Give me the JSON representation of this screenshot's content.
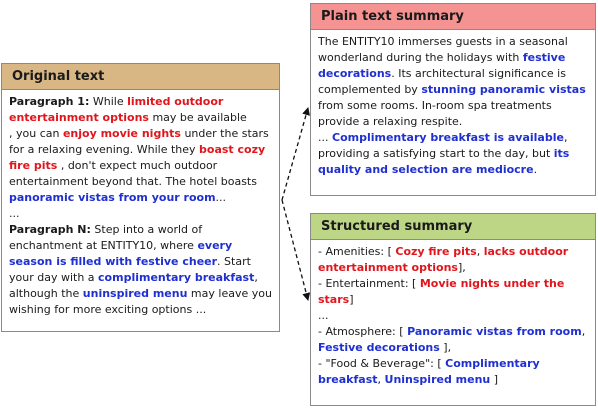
{
  "original": {
    "title": "Original text",
    "p1_label": "Paragraph 1:",
    "p1_lines": [
      [
        {
          "t": " While ",
          "c": ""
        },
        {
          "t": "limited outdoor",
          "c": "red"
        }
      ],
      [
        {
          "t": "entertainment options",
          "c": "red"
        },
        {
          "t": " may be available",
          "c": ""
        }
      ],
      [
        {
          "t": ", you can ",
          "c": ""
        },
        {
          "t": "enjoy movie nights",
          "c": "red"
        },
        {
          "t": " under the stars",
          "c": ""
        }
      ],
      [
        {
          "t": "for a relaxing evening. While they ",
          "c": ""
        },
        {
          "t": "boast cozy",
          "c": "red"
        }
      ],
      [
        {
          "t": "fire pits",
          "c": "red"
        },
        {
          "t": " , don't expect much outdoor",
          "c": ""
        }
      ],
      [
        {
          "t": "entertainment beyond that. The hotel boasts",
          "c": ""
        }
      ],
      [
        {
          "t": "panoramic vistas from your room",
          "c": "blue"
        },
        {
          "t": "...",
          "c": ""
        }
      ]
    ],
    "ellipsis": "...",
    "pn_label": "Paragraph N:",
    "pn_lines": [
      [
        {
          "t": " Step into a world of",
          "c": ""
        }
      ],
      [
        {
          "t": "enchantment at ENTITY10, where ",
          "c": ""
        },
        {
          "t": "every",
          "c": "blue"
        }
      ],
      [
        {
          "t": "season is filled with festive cheer",
          "c": "blue"
        },
        {
          "t": ". Start",
          "c": ""
        }
      ],
      [
        {
          "t": "your day with a ",
          "c": ""
        },
        {
          "t": "complimentary breakfast",
          "c": "blue"
        },
        {
          "t": ",",
          "c": ""
        }
      ],
      [
        {
          "t": "although the ",
          "c": ""
        },
        {
          "t": "uninspired menu",
          "c": "blue"
        },
        {
          "t": " may leave you",
          "c": ""
        }
      ],
      [
        {
          "t": "wishing for more exciting options ...",
          "c": ""
        }
      ]
    ]
  },
  "plain": {
    "title": "Plain text summary",
    "lines": [
      [
        {
          "t": "The ENTITY10 immerses guests in a seasonal",
          "c": ""
        }
      ],
      [
        {
          "t": "wonderland during the holidays with ",
          "c": ""
        },
        {
          "t": "festive",
          "c": "blue"
        }
      ],
      [
        {
          "t": "decorations",
          "c": "blue"
        },
        {
          "t": ". Its architectural significance is",
          "c": ""
        }
      ],
      [
        {
          "t": "complemented by ",
          "c": ""
        },
        {
          "t": "stunning panoramic vistas",
          "c": "blue"
        }
      ],
      [
        {
          "t": "from some rooms. In-room spa treatments",
          "c": ""
        }
      ],
      [
        {
          "t": "provide a relaxing respite.",
          "c": ""
        }
      ],
      [
        {
          "t": "... ",
          "c": ""
        },
        {
          "t": "Complimentary breakfast is available",
          "c": "blue"
        },
        {
          "t": ",",
          "c": ""
        }
      ],
      [
        {
          "t": "providing a satisfying start to the day, but ",
          "c": ""
        },
        {
          "t": "its",
          "c": "blue"
        }
      ],
      [
        {
          "t": "quality and selection are mediocre",
          "c": "blue"
        },
        {
          "t": ".",
          "c": ""
        }
      ]
    ]
  },
  "structured": {
    "title": "Structured summary",
    "lines": [
      [
        {
          "t": "- Amenities: [ ",
          "c": ""
        },
        {
          "t": "Cozy fire pits",
          "c": "red"
        },
        {
          "t": ", ",
          "c": ""
        },
        {
          "t": "lacks outdoor",
          "c": "red"
        }
      ],
      [
        {
          "t": "entertainment options",
          "c": "red"
        },
        {
          "t": "],",
          "c": ""
        }
      ],
      [
        {
          "t": "- Entertainment: [ ",
          "c": ""
        },
        {
          "t": "Movie nights under the",
          "c": "red"
        }
      ],
      [
        {
          "t": "stars",
          "c": "red"
        },
        {
          "t": "]",
          "c": ""
        }
      ],
      [
        {
          "t": "...",
          "c": ""
        }
      ],
      [
        {
          "t": "- Atmosphere: [ ",
          "c": ""
        },
        {
          "t": "Panoramic vistas from room",
          "c": "blue"
        },
        {
          "t": ",",
          "c": ""
        }
      ],
      [
        {
          "t": "Festive decorations",
          "c": "blue"
        },
        {
          "t": " ],",
          "c": ""
        }
      ],
      [
        {
          "t": "- \"Food & Beverage\": [ ",
          "c": ""
        },
        {
          "t": "Complimentary",
          "c": "blue"
        }
      ],
      [
        {
          "t": "breakfast",
          "c": "blue"
        },
        {
          "t": ", ",
          "c": ""
        },
        {
          "t": "Uninspired menu",
          "c": "blue"
        },
        {
          "t": " ]",
          "c": ""
        }
      ]
    ]
  },
  "colors": {
    "red": "#e0161c",
    "blue": "#1f2fd0",
    "orig_header": "#d9b785",
    "plain_header": "#f59292",
    "struct_header": "#bdd686"
  }
}
